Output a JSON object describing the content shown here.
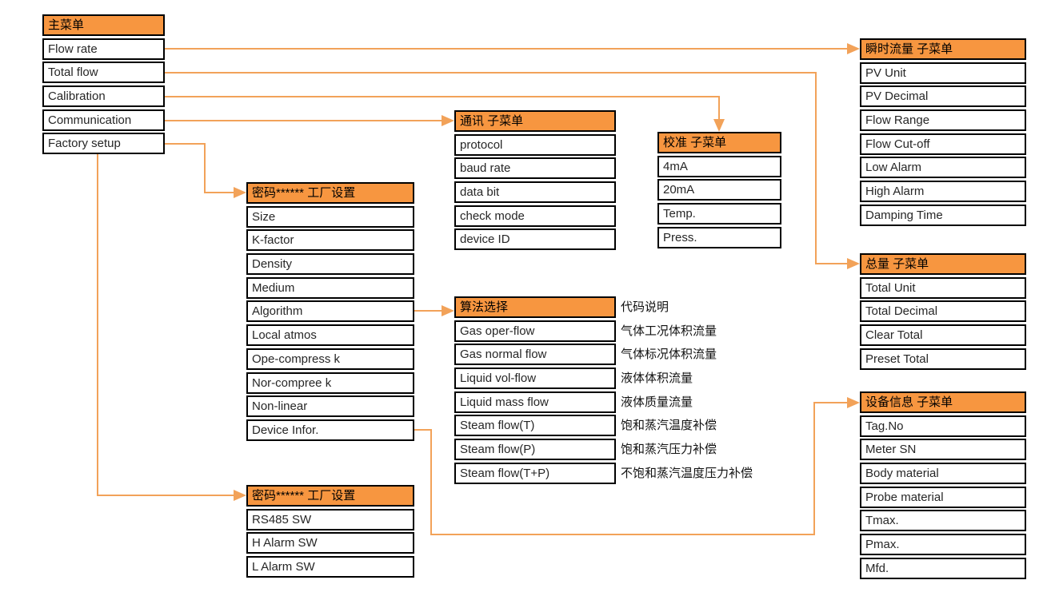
{
  "colors": {
    "header_fill": "#F79640",
    "connector": "#F2A259",
    "border": "#000000",
    "cell_background": "#FFFFFF"
  },
  "boxes": {
    "main_menu": {
      "title": "主菜单",
      "rows": [
        "Flow rate",
        "Total flow",
        "Calibration",
        "Communication",
        "Factory setup"
      ]
    },
    "factory_setup_1": {
      "title": "密码****** 工厂设置",
      "rows": [
        "Size",
        "K-factor",
        "Density",
        "Medium",
        "Algorithm",
        "Local atmos",
        "Ope-compress k",
        "Nor-compree k",
        "Non-linear",
        "Device Infor."
      ]
    },
    "factory_setup_2": {
      "title": "密码****** 工厂设置",
      "rows": [
        "RS485 SW",
        "H Alarm SW",
        "L Alarm SW"
      ]
    },
    "communication": {
      "title": "通讯 子菜单",
      "rows": [
        "protocol",
        "baud rate",
        "data bit",
        "check mode",
        "device ID"
      ]
    },
    "calibration": {
      "title": "校准 子菜单",
      "rows": [
        "4mA",
        "20mA",
        "Temp.",
        "Press."
      ]
    },
    "algorithm": {
      "title": "算法选择",
      "rows": [
        "Gas oper-flow",
        "Gas normal flow",
        "Liquid vol-flow",
        "Liquid mass flow",
        "Steam flow(T)",
        "Steam flow(P)",
        "Steam flow(T+P)"
      ]
    },
    "instant_flow": {
      "title": "瞬时流量 子菜单",
      "rows": [
        "PV Unit",
        "PV Decimal",
        "Flow Range",
        "Flow Cut-off",
        "Low Alarm",
        "High Alarm",
        "Damping Time"
      ]
    },
    "total_flow": {
      "title": "总量 子菜单",
      "rows": [
        "Total Unit",
        "Total Decimal",
        "Clear Total",
        "Preset Total"
      ]
    },
    "device_info": {
      "title": "设备信息 子菜单",
      "rows": [
        "Tag.No",
        "Meter SN",
        "Body material",
        "Probe material",
        "Tmax.",
        "Pmax.",
        "Mfd."
      ]
    }
  },
  "annotations": {
    "title": "代码说明",
    "items": [
      "气体工况体积流量",
      "气体标况体积流量",
      "液体体积流量",
      "液体质量流量",
      "饱和蒸汽温度补偿",
      "饱和蒸汽压力补偿",
      "不饱和蒸汽温度压力补偿"
    ]
  }
}
